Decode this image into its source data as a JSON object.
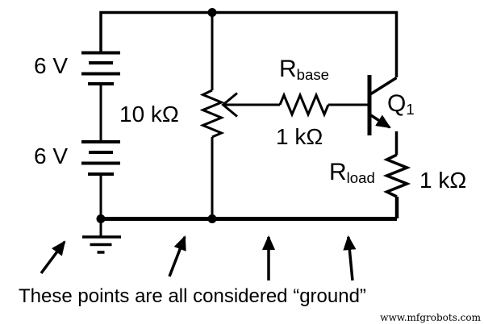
{
  "colors": {
    "ink": "#000000",
    "background": "#ffffff"
  },
  "labels": {
    "battery_top": "6 V",
    "battery_bottom": "6 V",
    "potentiometer_value": "10 kΩ",
    "r_base_symbol": "R",
    "r_base_subscript": "base",
    "r_base_value": "1 kΩ",
    "transistor_symbol": "Q",
    "transistor_subscript": "1",
    "r_load_symbol": "R",
    "r_load_subscript": "load",
    "r_load_value": "1 kΩ"
  },
  "caption": "These points are all considered “ground”",
  "watermark": "www.mfgrobots.com"
}
